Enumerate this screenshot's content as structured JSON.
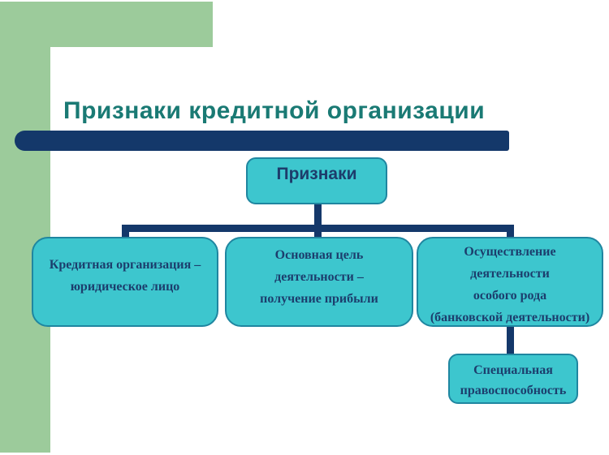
{
  "slide": {
    "title": "Признаки кредитной организации"
  },
  "colors": {
    "accent_green": "#9ccb9b",
    "bar_navy": "#14386a",
    "box_fill_teal": "#3dc6ce",
    "box_border_teal": "#1f86a0",
    "title_teal": "#1a7a74",
    "box_text_navy": "#1c3e6d"
  },
  "diagram": {
    "root": {
      "label": "Признаки"
    },
    "children": [
      {
        "lines": [
          "Кредитная организация –",
          "юридическое лицо"
        ]
      },
      {
        "lines": [
          "Основная цель",
          "деятельности –",
          "получение прибыли"
        ]
      },
      {
        "lines": [
          "Осуществление",
          "деятельности",
          "особого рода",
          "(банковской деятельности)"
        ]
      }
    ],
    "leaf": {
      "lines": [
        "Специальная",
        "правоспособность"
      ]
    }
  }
}
